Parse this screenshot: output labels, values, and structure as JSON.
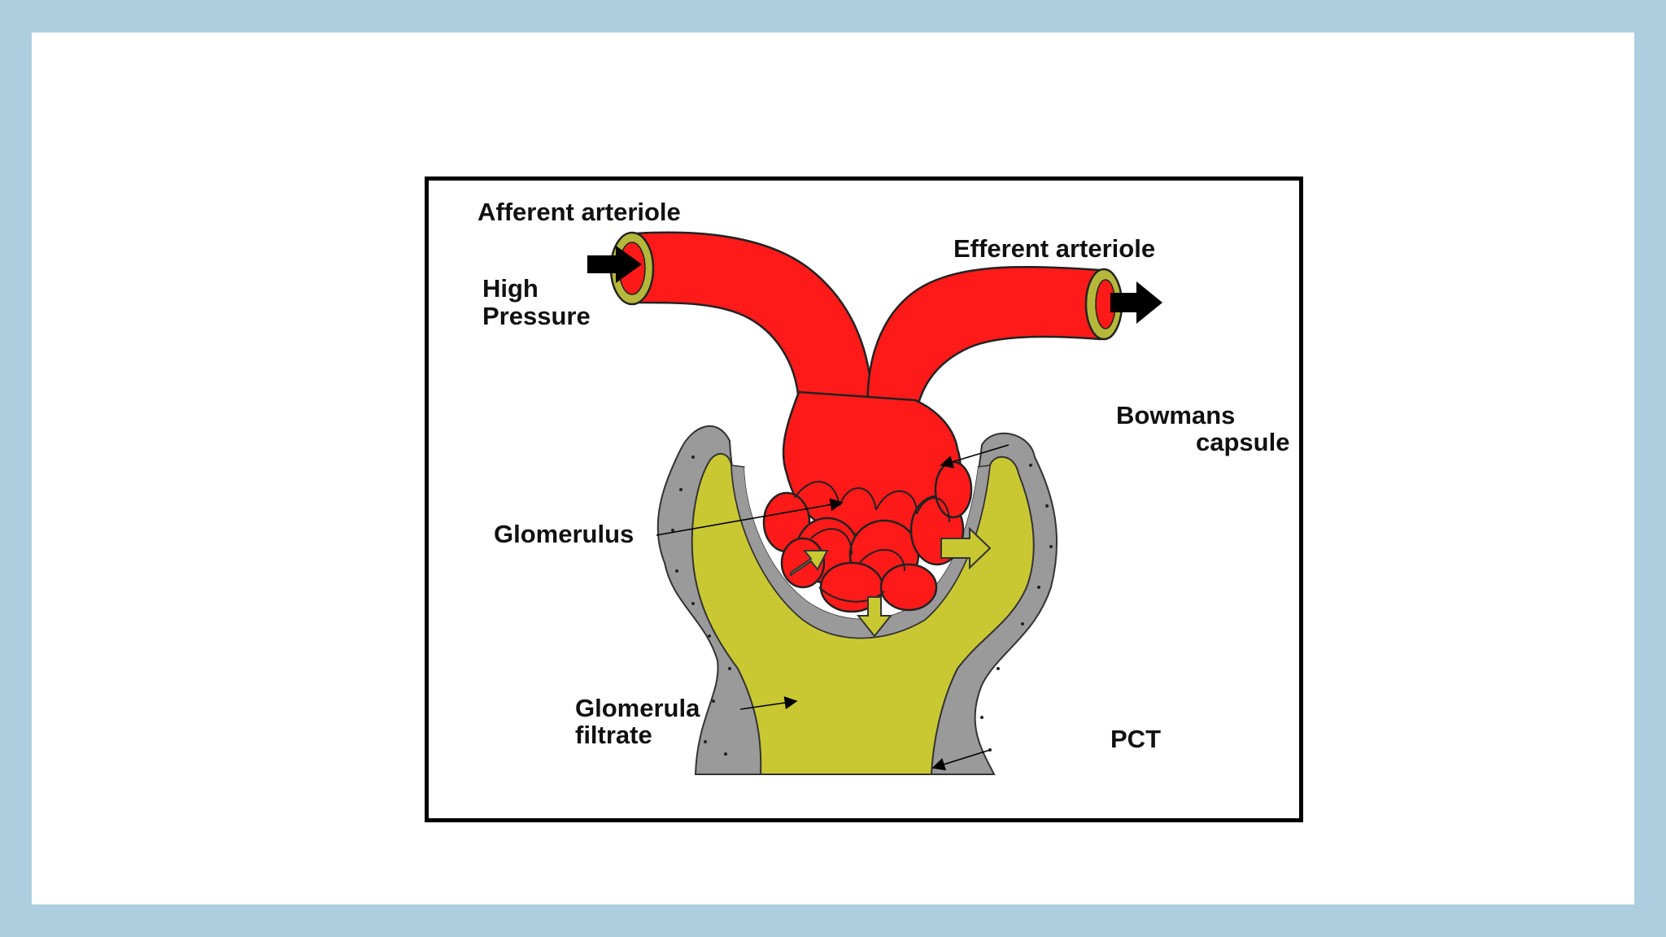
{
  "diagram": {
    "labels": {
      "afferent": "Afferent arteriole",
      "efferent": "Efferent arteriole",
      "high": "High",
      "pressure": "Pressure",
      "bowmans": "Bowmans",
      "capsule": "capsule",
      "glomerulus": "Glomerulus",
      "filtrate_1": "Glomerula",
      "filtrate_2": "filtrate",
      "pct": "PCT"
    },
    "colors": {
      "slide_border": "#aecee0",
      "blood": "#ff1a1a",
      "vessel_wall": "#b5b83a",
      "filtrate": "#c9c832",
      "capsule_wall": "#9a9a9a",
      "arrow": "#000000"
    }
  }
}
